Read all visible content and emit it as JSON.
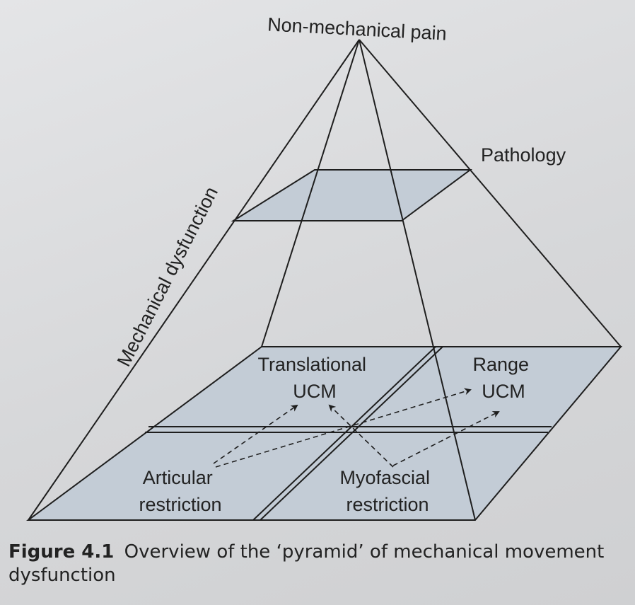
{
  "diagram": {
    "top_label": "Non-mechanical pain",
    "pathology_label": "Pathology",
    "left_edge_label": "Mechanical dysfunction",
    "quadrants": {
      "translational": [
        "Translational",
        "UCM"
      ],
      "range": [
        "Range",
        "UCM"
      ],
      "articular": [
        "Articular",
        "restriction"
      ],
      "myofascial": [
        "Myofascial",
        "restriction"
      ]
    }
  },
  "caption": {
    "figure_number": "Figure 4.1",
    "text": "Overview of the ‘pyramid’ of mechanical movement dysfunction"
  },
  "colors": {
    "face_fill": "#c3ccd6",
    "line": "#1e1e1e"
  }
}
